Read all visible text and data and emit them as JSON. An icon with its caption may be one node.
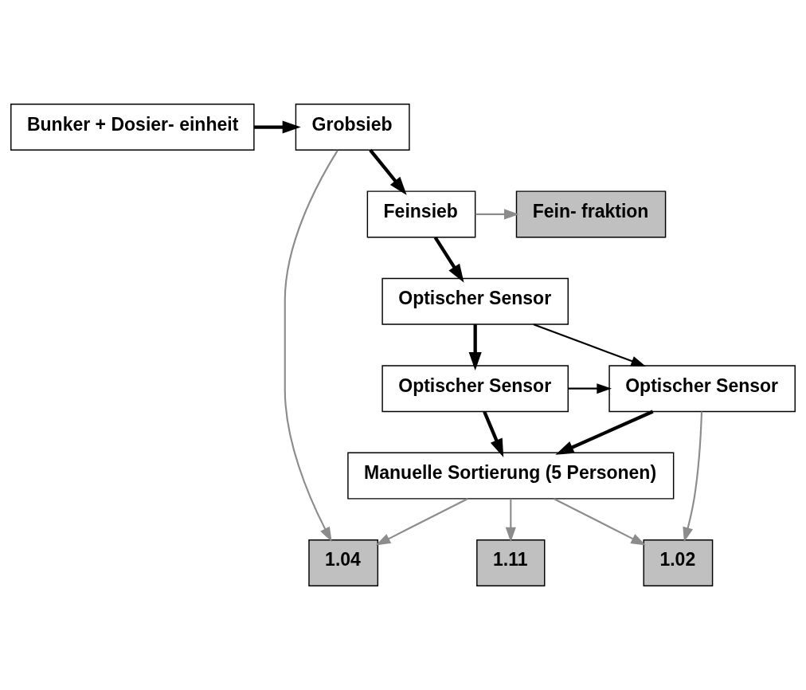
{
  "diagram": {
    "nodes": [
      {
        "text": [
          "Bunker + Dosier- einheit"
        ]
      },
      {
        "text": [
          "Grobsieb"
        ]
      },
      {
        "text": [
          "Feinsieb"
        ]
      },
      {
        "text": [
          "Fein- fraktion"
        ]
      },
      {
        "text": [
          "Optischer Sensor"
        ]
      },
      {
        "text": [
          "Optischer Sensor"
        ]
      },
      {
        "text": [
          "Optischer Sensor"
        ]
      },
      {
        "text": [
          "Manuelle Sortierung (5 Personen)"
        ]
      },
      {
        "text": [
          "1.04"
        ]
      },
      {
        "text": [
          "1.11"
        ]
      },
      {
        "text": [
          "1.02"
        ]
      }
    ],
    "edges": [
      {
        "from": 0,
        "to": 1,
        "arrow": "to",
        "style": "thick"
      },
      {
        "from": 1,
        "to": 2,
        "arrow": "to",
        "style": "thick"
      },
      {
        "from": 1,
        "to": 8,
        "arrow": "to",
        "color": "#8c8c8c"
      },
      {
        "from": 2,
        "to": 3,
        "arrow": "to",
        "color": "#8c8c8c"
      },
      {
        "from": 2,
        "to": 4,
        "arrow": "to",
        "style": "thick"
      },
      {
        "from": 4,
        "to": 5,
        "arrow": "to",
        "style": "thick"
      },
      {
        "from": 4,
        "to": 6,
        "arrow": "to"
      },
      {
        "from": 5,
        "to": 6,
        "arrow": "to"
      },
      {
        "from": 5,
        "to": 7,
        "arrow": "to",
        "style": "thick"
      },
      {
        "from": 6,
        "to": 7,
        "arrow": "to",
        "style": "thick"
      },
      {
        "from": 6,
        "to": 10,
        "arrow": "to",
        "color": "#8c8c8c"
      },
      {
        "from": 7,
        "to": 8,
        "arrow": "to",
        "color": "#8c8c8c"
      },
      {
        "from": 7,
        "to": 9,
        "arrow": "to",
        "color": "#8c8c8c"
      },
      {
        "from": 7,
        "to": 10,
        "arrow": "to",
        "color": "#8c8c8c"
      }
    ]
  }
}
